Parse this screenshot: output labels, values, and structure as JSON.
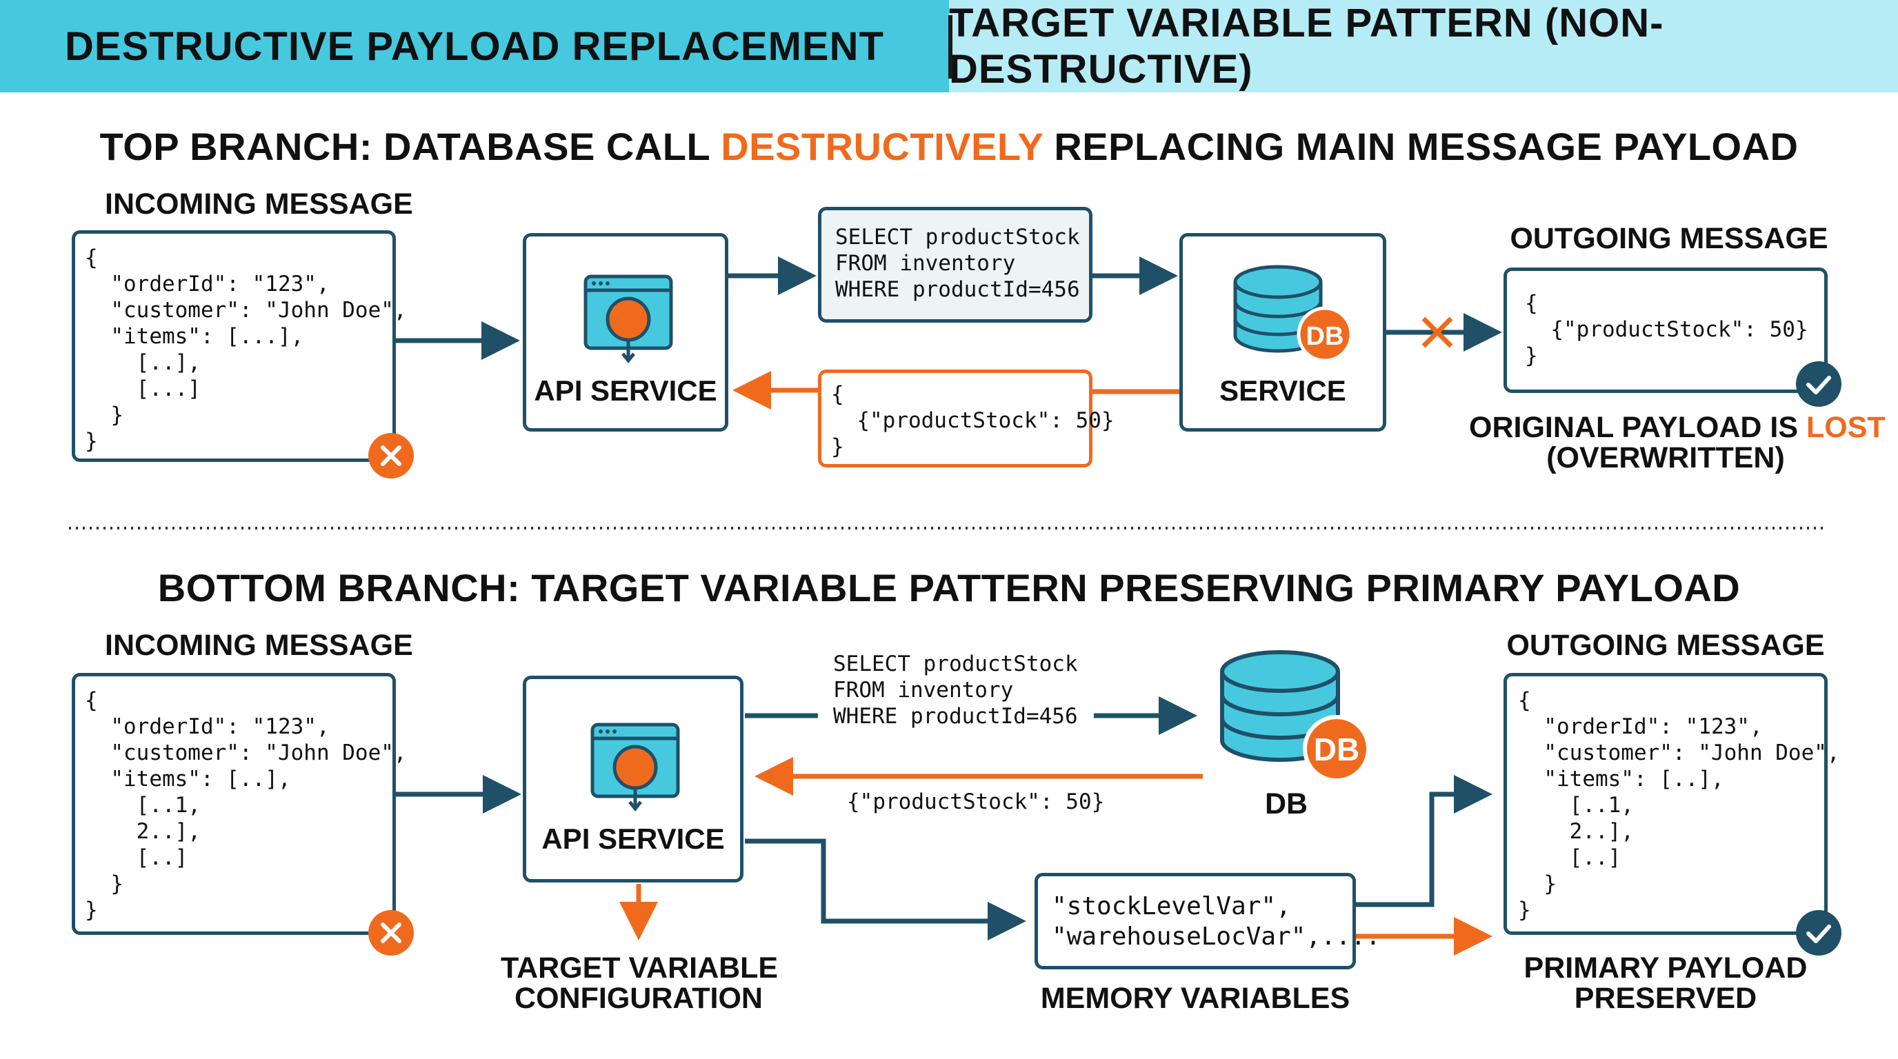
{
  "tabs": {
    "left": "DESTRUCTIVE PAYLOAD REPLACEMENT",
    "right": "TARGET VARIABLE PATTERN (NON-DESTRUCTIVE)"
  },
  "top": {
    "heading_pre": "TOP BRANCH: DATABASE CALL ",
    "heading_highlight": "DESTRUCTIVELY",
    "heading_post": " REPLACING MAIN MESSAGE PAYLOAD",
    "incoming_label": "INCOMING MESSAGE",
    "incoming_code": "{\n  \"orderId\": \"123\",\n  \"customer\": \"John Doe\",\n  \"items\": [...],\n    [..],\n    [...]\n  }\n}",
    "api_label": "API SERVICE",
    "query_code": "SELECT productStock\nFROM inventory\nWHERE productId=456",
    "response_code": "{\n  {\"productStock\": 50}\n}",
    "db_badge": "DB",
    "service_label": "SERVICE",
    "outgoing_label": "OUTGOING MESSAGE",
    "outgoing_code": "{\n  {\"productStock\": 50}\n}",
    "caption_pre": "ORIGINAL PAYLOAD IS ",
    "caption_highlight": "LOST",
    "caption_line2": "(OVERWRITTEN)"
  },
  "bottom": {
    "heading": "BOTTOM BRANCH: TARGET VARIABLE PATTERN PRESERVING PRIMARY PAYLOAD",
    "incoming_label": "INCOMING MESSAGE",
    "incoming_code": "{\n  \"orderId\": \"123\",\n  \"customer\": \"John Doe\",\n  \"items\": [..],\n    [..1,\n    2..],\n    [..]\n  }\n}",
    "api_label": "API SERVICE",
    "query_code": "SELECT productStock\nFROM inventory\nWHERE productId=456",
    "response_code": "{\"productStock\": 50}",
    "db_badge": "DB",
    "db_label": "DB",
    "target_label_1": "TARGET VARIABLE",
    "target_label_2": "CONFIGURATION",
    "memory_code": "\"stockLevelVar\",\n\"warehouseLocVar\",....",
    "memory_label": "MEMORY VARIABLES",
    "outgoing_label": "OUTGOING MESSAGE",
    "outgoing_code": "{\n  \"orderId\": \"123\",\n  \"customer\": \"John Doe\",\n  \"items\": [..],\n    [..1,\n    2..],\n    [..]\n  }\n}",
    "caption_1": "PRIMARY PAYLOAD",
    "caption_2": "PRESERVED"
  },
  "colors": {
    "navy": "#1f5068",
    "orange": "#f06a1e",
    "teal": "#46c9df",
    "light_teal": "#b6ecf5"
  },
  "icons": [
    "error-x-icon",
    "check-icon",
    "database-icon",
    "browser-window-icon"
  ]
}
